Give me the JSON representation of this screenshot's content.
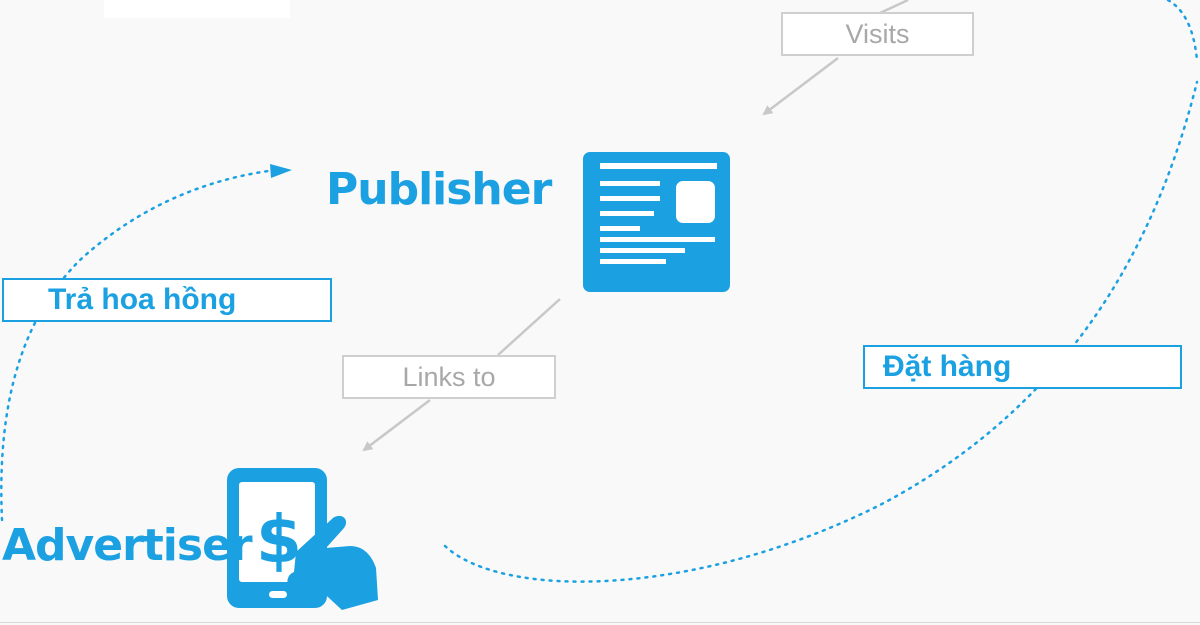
{
  "colors": {
    "accent": "#1ba1e2",
    "connector_gray": "#c8c8c8",
    "box_gray_text": "#a8a8a8",
    "background": "#f9f9f9"
  },
  "nodes": {
    "publisher": {
      "label": "Publisher",
      "icon": "document-page-icon"
    },
    "advertiser": {
      "label": "Advertiser",
      "icon": "tablet-dollar-tap-icon"
    }
  },
  "edges": {
    "visits": "Visits",
    "links_to": "Links to",
    "commission": "Trả hoa hồng",
    "order": "Đặt hàng"
  }
}
